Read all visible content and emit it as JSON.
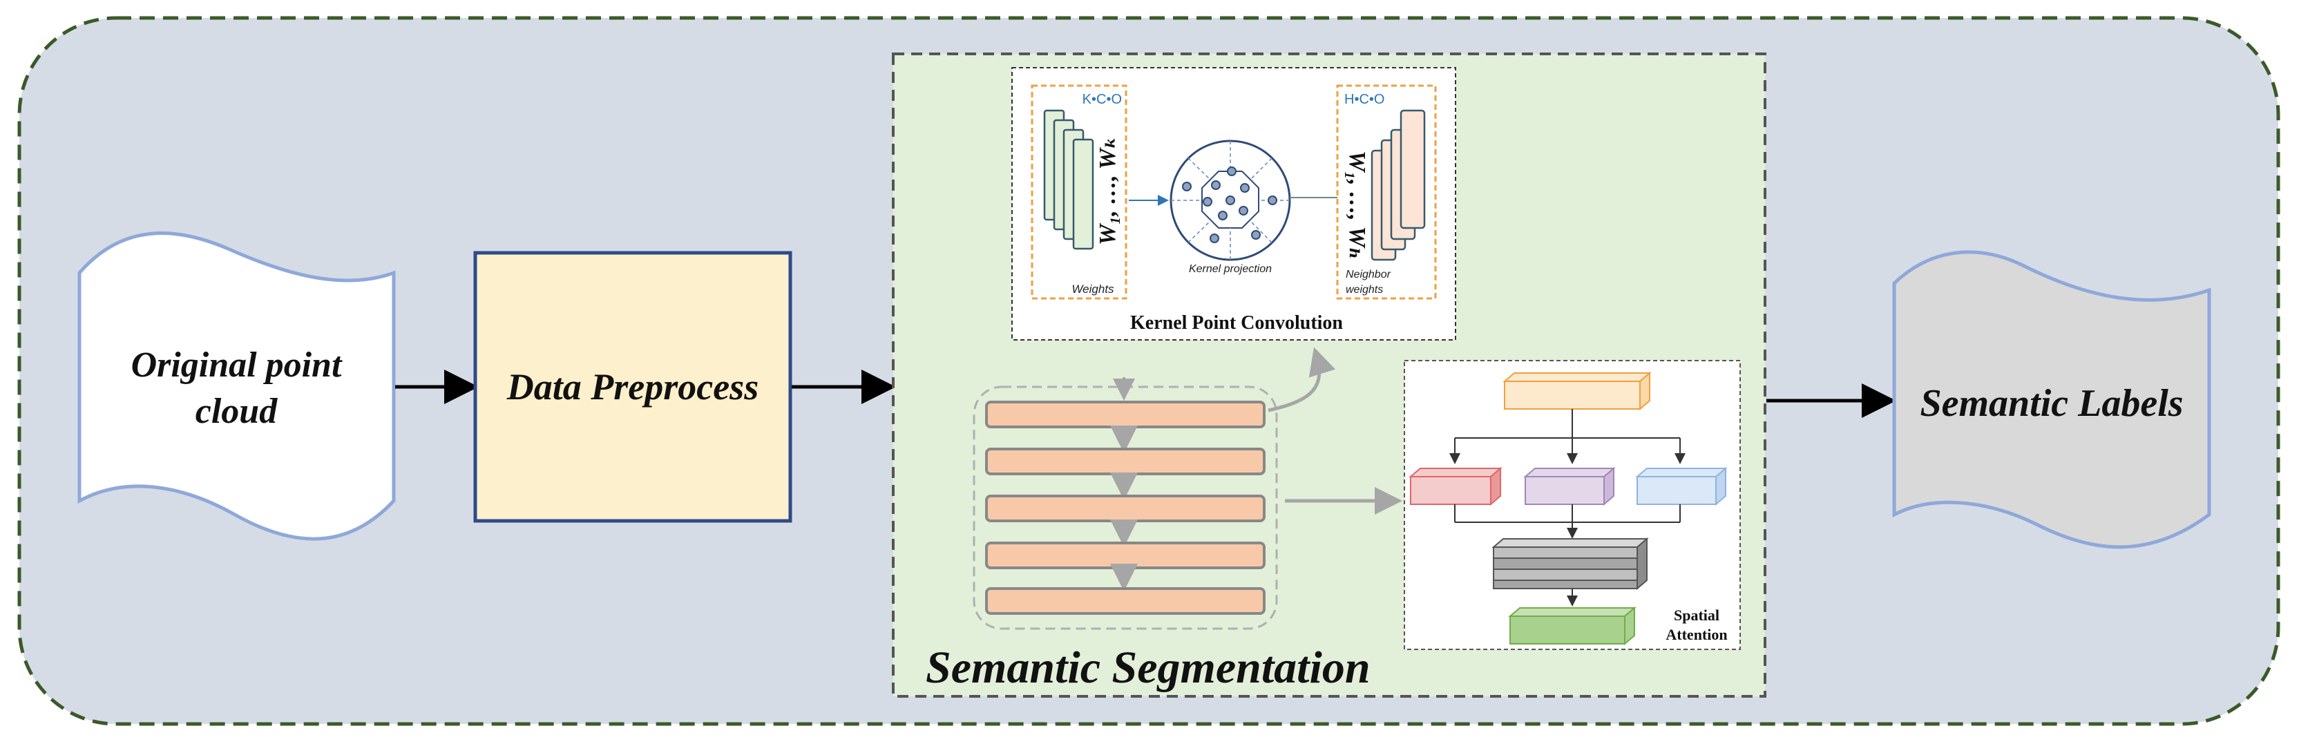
{
  "input": {
    "label_line1": "Original point",
    "label_line2": "cloud"
  },
  "preprocess": {
    "label": "Data Preprocess"
  },
  "segmentation": {
    "title": "Semantic Segmentation",
    "kpconv": {
      "caption": "Kernel Point Convolution",
      "weights_tag": "K•C•O",
      "weights_math": "W₁, …, Wₖ",
      "weights_caption": "Weights",
      "projection_caption": "Kernel projection",
      "neighbor_tag": "H•C•O",
      "neighbor_math": "W₁, …, Wₕ",
      "neighbor_caption_line1": "Neighbor",
      "neighbor_caption_line2": "weights"
    },
    "attention": {
      "label_line1": "Spatial",
      "label_line2": "Attention"
    }
  },
  "output": {
    "label": "Semantic Labels"
  },
  "colors": {
    "background_panel": "#d5dce6",
    "panel_border": "#3b5a2a",
    "segmentation_fill": "#e2efd9",
    "preprocess_fill": "#fdf0cc",
    "preprocess_border": "#2f4a8a",
    "doc_stroke": "#8fa8da",
    "output_fill": "#d9d9d9",
    "layer_fill": "#f8c9a8",
    "accent_orange": "#f0a040",
    "kp_blue": "#2e75b6"
  }
}
